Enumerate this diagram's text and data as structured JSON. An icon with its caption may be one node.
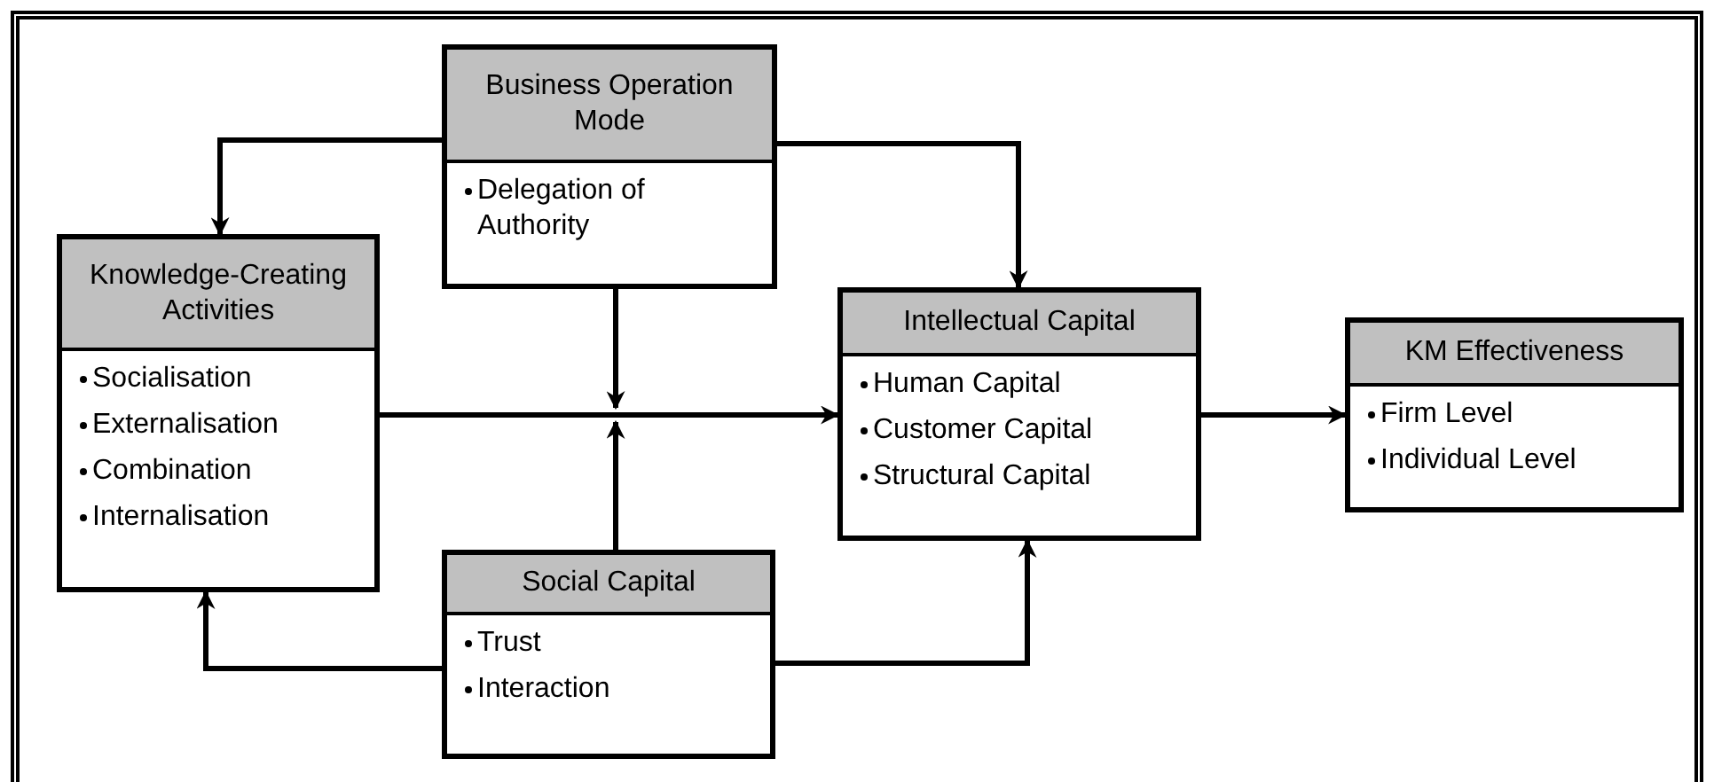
{
  "diagram": {
    "nodes": [
      {
        "text": [
          "Business Operation Mode",
          "Delegation of Authority"
        ]
      },
      {
        "text": [
          "Knowledge-Creating Activities",
          "Socialisation",
          "Externalisation",
          "Combination",
          "Internalisation"
        ]
      },
      {
        "text": [
          "Intellectual Capital",
          "Human Capital",
          "Customer Capital",
          "Structural Capital"
        ]
      },
      {
        "text": [
          "KM Effectiveness",
          "Firm Level",
          "Individual Level"
        ]
      },
      {
        "text": [
          "Social Capital",
          "Trust",
          "Interaction"
        ]
      }
    ],
    "edges": [
      {
        "from": 0,
        "to": 1,
        "arrow": "to"
      },
      {
        "from": 0,
        "to": 2,
        "arrow": "to"
      },
      {
        "from": 1,
        "to": 2,
        "arrow": "to"
      },
      {
        "from": 0,
        "to": null,
        "arrow": "to"
      },
      {
        "from": 4,
        "to": 1,
        "arrow": "to"
      },
      {
        "from": 4,
        "to": 2,
        "arrow": "to"
      },
      {
        "from": 2,
        "to": 3,
        "arrow": "to"
      },
      {
        "from": 4,
        "to": null,
        "arrow": "to"
      }
    ]
  }
}
